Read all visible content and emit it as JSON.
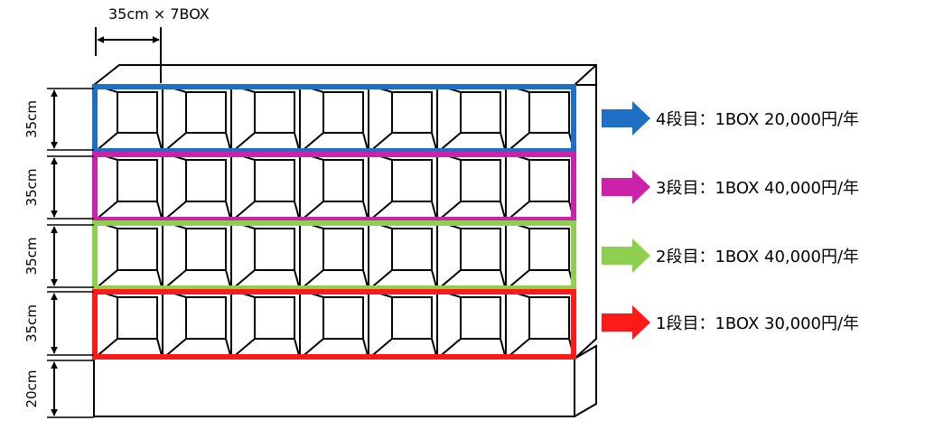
{
  "width_label": "35cm × 7BOX",
  "columns": 7,
  "row_heights": [
    {
      "label": "35cm"
    },
    {
      "label": "35cm"
    },
    {
      "label": "35cm"
    },
    {
      "label": "35cm"
    },
    {
      "label": "20cm"
    }
  ],
  "tiers": [
    {
      "label": "4段目：1BOX 20,000円/年",
      "color": "#1f6fc4"
    },
    {
      "label": "3段目：1BOX 40,000円/年",
      "color": "#cc22aa"
    },
    {
      "label": "2段目：1BOX 40,000円/年",
      "color": "#8fcf4f"
    },
    {
      "label": "1段目：1BOX 30,000円/年",
      "color": "#ff1a1a"
    }
  ]
}
